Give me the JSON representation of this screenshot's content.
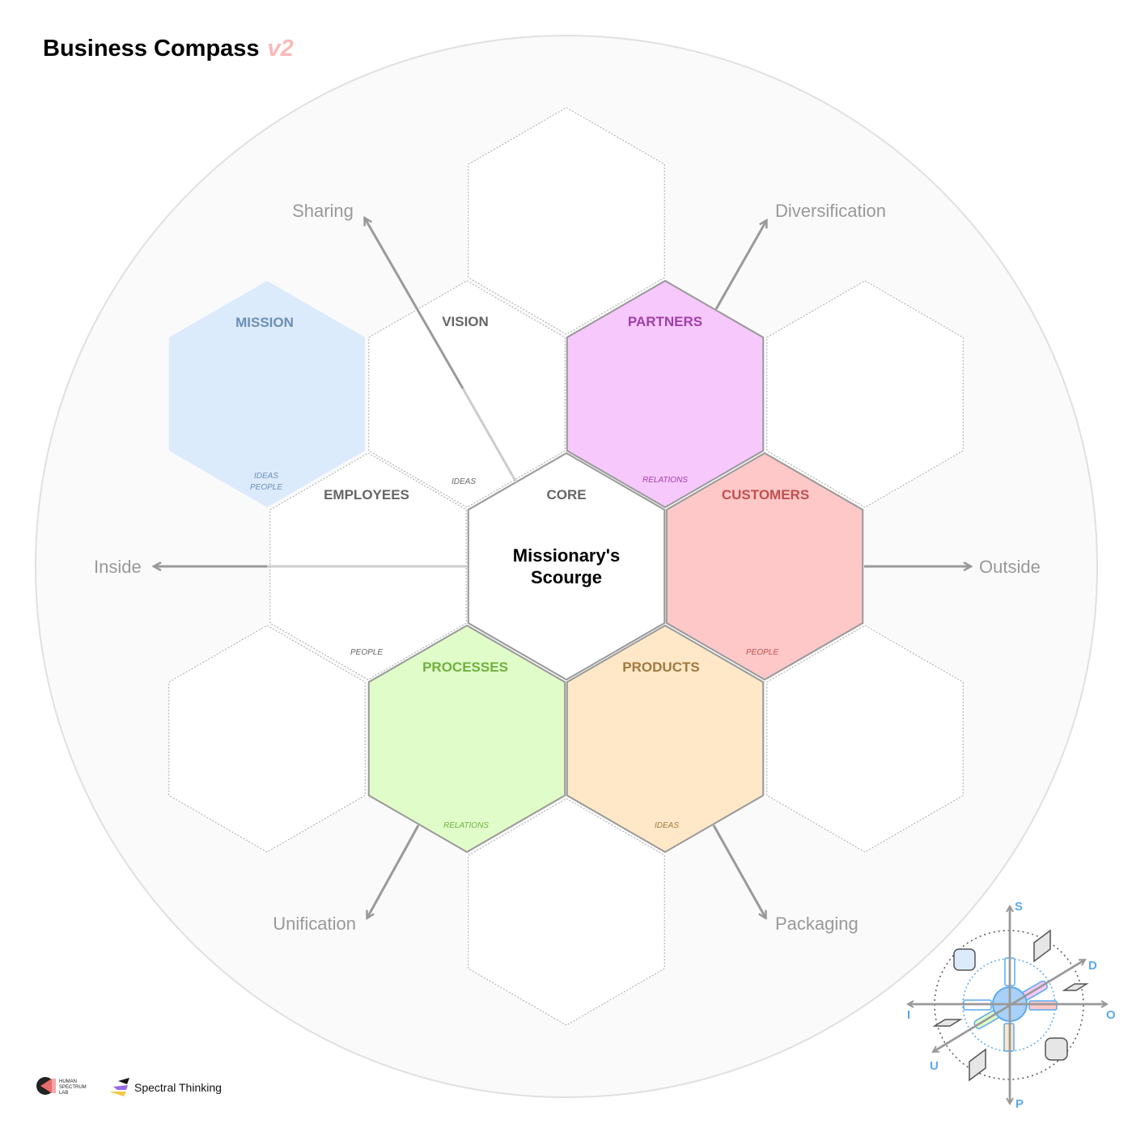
{
  "title": "Business Compass",
  "version": "v2",
  "center": {
    "label": "CORE",
    "line1": "Missionary's",
    "line2": "Scourge"
  },
  "hexes": {
    "mission": {
      "label": "MISSION",
      "sub1": "IDEAS",
      "sub2": "PEOPLE"
    },
    "vision": {
      "label": "VISION",
      "sub": "IDEAS"
    },
    "partners": {
      "label": "PARTNERS",
      "sub": "RELATIONS"
    },
    "customers": {
      "label": "CUSTOMERS",
      "sub": "PEOPLE"
    },
    "employees": {
      "label": "EMPLOYEES",
      "sub": "PEOPLE"
    },
    "processes": {
      "label": "PROCESSES",
      "sub": "RELATIONS"
    },
    "products": {
      "label": "PRODUCTS",
      "sub": "IDEAS"
    }
  },
  "axes": {
    "sharing": "Sharing",
    "diversification": "Diversification",
    "inside": "Inside",
    "outside": "Outside",
    "unification": "Unification",
    "packaging": "Packaging"
  },
  "mini_compass": {
    "s": "S",
    "d": "D",
    "o": "O",
    "p": "P",
    "u": "U",
    "i": "I"
  },
  "logos": {
    "hsl": "HUMAN SPECTRUM LAB",
    "spectral": "Spectral Thinking"
  },
  "colors": {
    "mission": "#dcebfc",
    "partners": "#f7c8fc",
    "customers": "#fec8c8",
    "processes": "#e0fcc8",
    "products": "#fee8c8"
  }
}
